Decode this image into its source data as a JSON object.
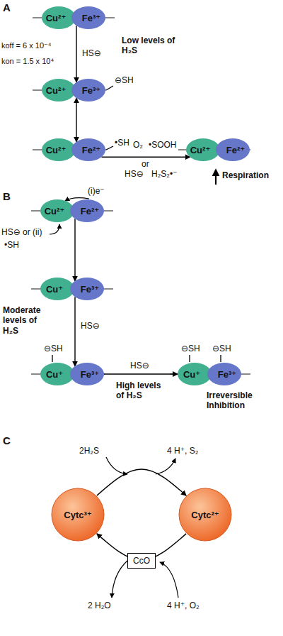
{
  "diagram": {
    "nodes": [
      {
        "text": [
          "Cu²⁺"
        ]
      },
      {
        "text": [
          "Fe³⁺"
        ]
      },
      {
        "text": [
          "Cu²⁺"
        ]
      },
      {
        "text": [
          "Fe³⁺"
        ]
      },
      {
        "text": [
          "Cu²⁺"
        ]
      },
      {
        "text": [
          "Fe²⁺"
        ]
      },
      {
        "text": [
          "Cu²⁺"
        ]
      },
      {
        "text": [
          "Fe²⁺"
        ]
      },
      {
        "text": [
          "Cu²⁺"
        ]
      },
      {
        "text": [
          "Fe²⁺"
        ]
      },
      {
        "text": [
          "Cu⁺"
        ]
      },
      {
        "text": [
          "Fe³⁺"
        ]
      },
      {
        "text": [
          "Cu⁺"
        ]
      },
      {
        "text": [
          "Fe³⁺"
        ]
      },
      {
        "text": [
          "Cu⁺"
        ]
      },
      {
        "text": [
          "Fe³⁺"
        ]
      },
      {
        "text": [
          "Cytc³⁺"
        ]
      },
      {
        "text": [
          "Cytc²⁺"
        ]
      },
      {
        "text": [
          "CcO"
        ]
      }
    ],
    "edges": [
      {
        "from": 1,
        "to": 3,
        "arrow": "to"
      },
      {
        "from": 3,
        "to": 5,
        "arrow": "both"
      },
      {
        "from": 5,
        "to": 6,
        "arrow": "to"
      },
      {
        "from": 9,
        "to": 11,
        "arrow": "to"
      },
      {
        "from": 11,
        "to": 13,
        "arrow": "to"
      },
      {
        "from": 13,
        "to": 14,
        "arrow": "to"
      },
      {
        "from": 16,
        "to": 17,
        "arrow": "to"
      },
      {
        "from": 17,
        "to": 16,
        "arrow": "to"
      }
    ],
    "labels": [
      "A",
      "koff = 6 x 10⁻⁴",
      "kon = 1.5 x 10⁴",
      "HS⊖",
      "Low levels of H₂S",
      "⊖SH",
      "•SH",
      "O₂",
      "•SOOH",
      "or",
      "HS⊖",
      "H₂S₂•⁻",
      "Respiration",
      "B",
      "(i)e⁻",
      "HS⊖ or (ii)",
      "•SH",
      "Moderate levels of H₂S",
      "HS⊖",
      "⊖SH",
      "HS⊖",
      "High levels of H₂S",
      "⊖SH",
      "⊖SH",
      "Irreversible Inhibition",
      "C",
      "2H₂S",
      "4 H⁺, S₂",
      "2 H₂O",
      "4 H⁺, O₂"
    ]
  }
}
